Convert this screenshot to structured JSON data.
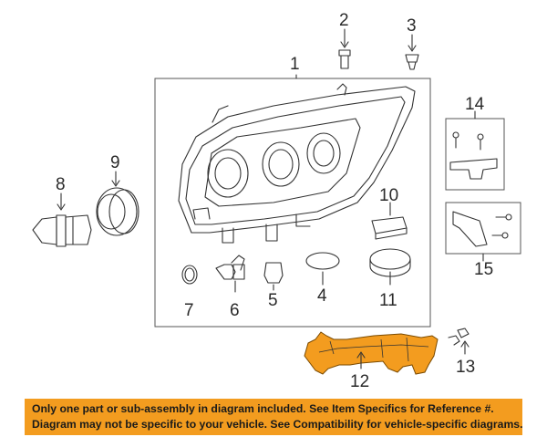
{
  "callouts": {
    "c1": "1",
    "c2": "2",
    "c3": "3",
    "c4": "4",
    "c5": "5",
    "c6": "6",
    "c7": "7",
    "c8": "8",
    "c9": "9",
    "c10": "10",
    "c11": "11",
    "c12": "12",
    "c13": "13",
    "c14": "14",
    "c15": "15"
  },
  "highlight_color": "#f39c1f",
  "footer": {
    "line1": "Only one part or sub-assembly in diagram included. See Item Specifics for Reference #.",
    "line2": "Diagram may not be specific to your vehicle. See Compatibility for vehicle-specific diagrams."
  }
}
